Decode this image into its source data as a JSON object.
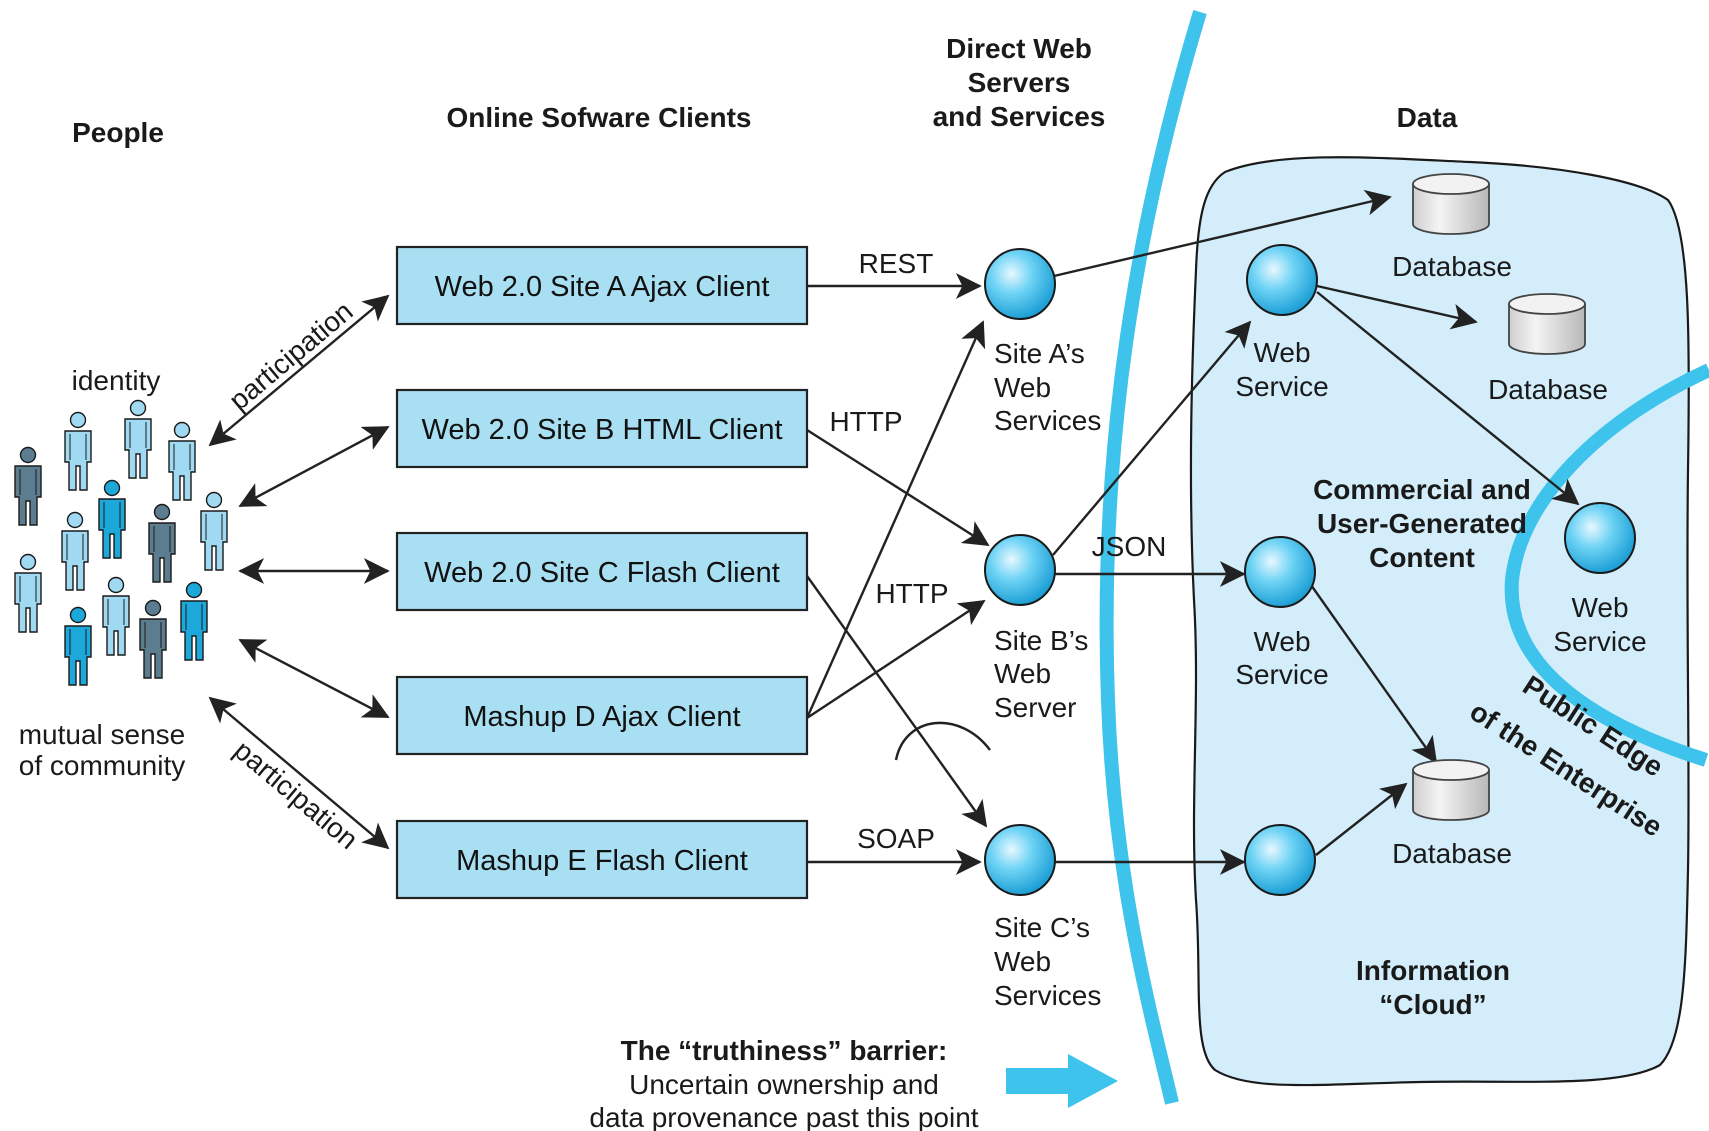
{
  "headers": {
    "people": "People",
    "clients": "Online Sofware Clients",
    "servers": [
      "Direct Web",
      "Servers",
      "and Services"
    ],
    "data": "Data"
  },
  "people": {
    "identity": "identity",
    "community": [
      "mutual sense",
      "of community"
    ],
    "participation_top": "participation",
    "participation_bottom": "participation"
  },
  "clients": [
    "Web 2.0 Site A Ajax Client",
    "Web 2.0 Site B HTML Client",
    "Web 2.0 Site C Flash Client",
    "Mashup D Ajax Client",
    "Mashup E Flash Client"
  ],
  "protocols": {
    "rest": "REST",
    "http1": "HTTP",
    "http2": "HTTP",
    "soap": "SOAP",
    "json": "JSON"
  },
  "servers": {
    "a": [
      "Site A’s",
      "Web",
      "Services"
    ],
    "b": [
      "Site B’s",
      "Web",
      "Server"
    ],
    "c": [
      "Site C’s",
      "Web",
      "Services"
    ]
  },
  "cloud": {
    "database1": "Database",
    "database2": "Database",
    "database3": "Database",
    "ws1": [
      "Web",
      "Service"
    ],
    "ws2": [
      "Web",
      "Service"
    ],
    "ws3": [
      "Web",
      "Service"
    ],
    "commercial": [
      "Commercial and",
      "User-Generated",
      "Content"
    ],
    "public_edge": [
      "Public Edge",
      "of the Enterprise"
    ],
    "information": [
      "Information",
      "“Cloud”"
    ]
  },
  "barrier": {
    "title": "The “truthiness” barrier:",
    "line1": "Uncertain ownership and",
    "line2": "data provenance past this point"
  },
  "colors": {
    "box_fill": "#a9dff3",
    "barrier": "#3ec3ec",
    "cloud_fill": "#d3eefa",
    "node": "#4cc3ef",
    "person_dark": "#5b7d8f",
    "person_light": "#9fd9f2",
    "person_bright": "#1da8dc"
  }
}
